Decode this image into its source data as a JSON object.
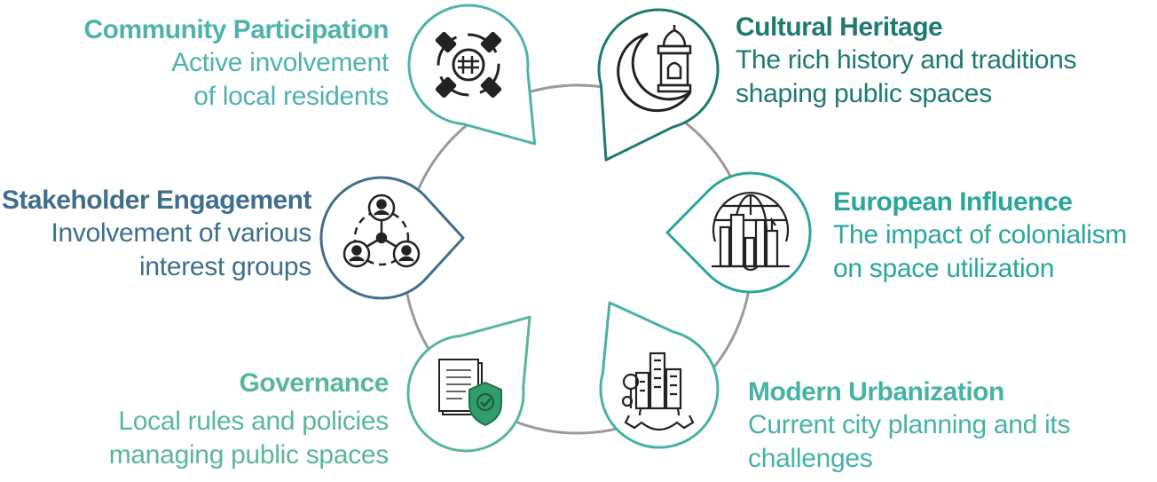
{
  "colors": {
    "ring": "#9a9a9a",
    "community": "#4fb3ab",
    "heritage": "#1e7a6f",
    "stakeholder": "#3f6f8c",
    "european": "#2ba69c",
    "governance": "#5ab796",
    "modern": "#46b3a5",
    "shield": "#2f9e6a",
    "icon": "#222222"
  },
  "nodes": [
    {
      "id": "community",
      "title": "Community Participation",
      "desc1": "Active involvement",
      "desc2": "of local residents",
      "icon": "handshake-icon"
    },
    {
      "id": "heritage",
      "title": "Cultural Heritage",
      "desc1": "The rich history and traditions",
      "desc2": "shaping public spaces",
      "icon": "crescent-lantern-icon"
    },
    {
      "id": "stakeholder",
      "title": "Stakeholder Engagement",
      "desc1": "Involvement of various",
      "desc2": "interest groups",
      "icon": "people-network-icon"
    },
    {
      "id": "european",
      "title": "European Influence",
      "desc1": "The impact of colonialism",
      "desc2": "on space utilization",
      "icon": "globe-city-icon"
    },
    {
      "id": "governance",
      "title": "Governance",
      "desc1": "Local rules and policies",
      "desc2": "managing public spaces",
      "icon": "document-shield-icon"
    },
    {
      "id": "modern",
      "title": "Modern Urbanization",
      "desc1": "Current city planning and its",
      "desc2": "challenges",
      "icon": "city-gear-icon"
    }
  ]
}
